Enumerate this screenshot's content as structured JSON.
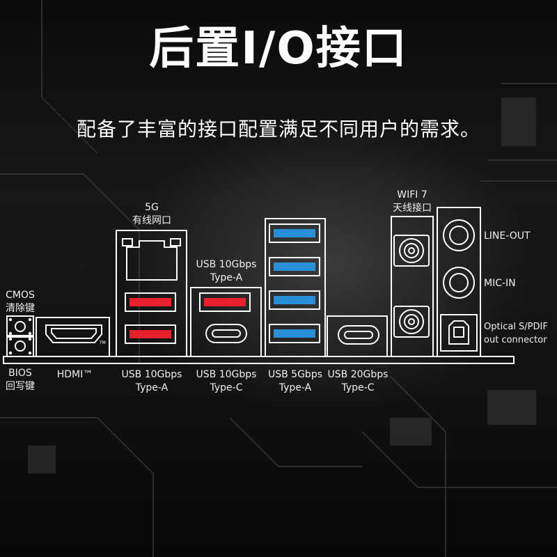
{
  "title": "后置I/O接口",
  "subtitle": "配备了丰富的接口配置满足不同用户的需求。",
  "labels": {
    "cmos_line1": "CMOS",
    "cmos_line2": "清除键",
    "bios_line1": "BIOS",
    "bios_line2": "回写键",
    "lan_line1": "5G",
    "lan_line2": "有线网口",
    "hdmi": "HDMI™",
    "usb10a_top_line1": "USB 10Gbps",
    "usb10a_top_line2": "Type-A",
    "usb10a_bottom_line1": "USB 10Gbps",
    "usb10a_bottom_line2": "Type-A",
    "usb10c_line1": "USB 10Gbps",
    "usb10c_line2": "Type-C",
    "usb5a_line1": "USB 5Gbps",
    "usb5a_line2": "Type-A",
    "usb20c_line1": "USB 20Gbps",
    "usb20c_line2": "Type-C",
    "wifi_line1": "WIFI 7",
    "wifi_line2": "天线接口",
    "line_out": "LINE-OUT",
    "mic_in": "MIC-IN",
    "spdif_line1": "Optical S/PDIF",
    "spdif_line2": "out connector"
  },
  "colors": {
    "usb10_port": "#e8202e",
    "usb5_port": "#2a8fd8",
    "outline": "#ffffff"
  },
  "icons": {
    "cmos": "button-icon",
    "bios": "button-icon",
    "hdmi": "hdmi-port-icon",
    "lan": "ethernet-port-icon",
    "wifi": "antenna-connector-icon",
    "audio": "audio-jack-icon",
    "spdif": "optical-port-icon"
  }
}
